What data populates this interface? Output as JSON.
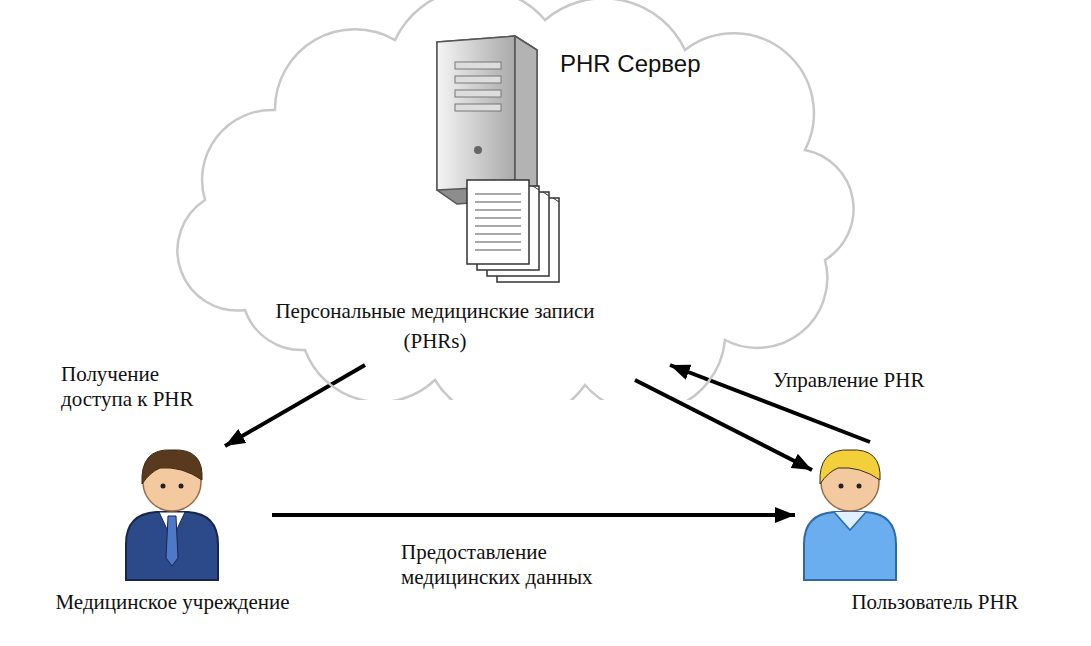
{
  "diagram": {
    "nodes": [
      {
        "text": [
          "PHR Сервер",
          "Персональные медицинские записи (PHRs)"
        ]
      },
      {
        "text": [
          "Медицинское учреждение"
        ]
      },
      {
        "text": [
          "Пользователь PHR"
        ]
      }
    ],
    "edges": [
      {
        "from": 0,
        "to": 1,
        "arrow": "to",
        "label": "Получение доступа к PHR"
      },
      {
        "from": 2,
        "to": 0,
        "arrow": "to",
        "label": "Управление PHR"
      },
      {
        "from": 0,
        "to": 2,
        "arrow": "to"
      },
      {
        "from": 1,
        "to": 2,
        "arrow": "to",
        "label": "Предоставление медицинских данных"
      }
    ]
  }
}
